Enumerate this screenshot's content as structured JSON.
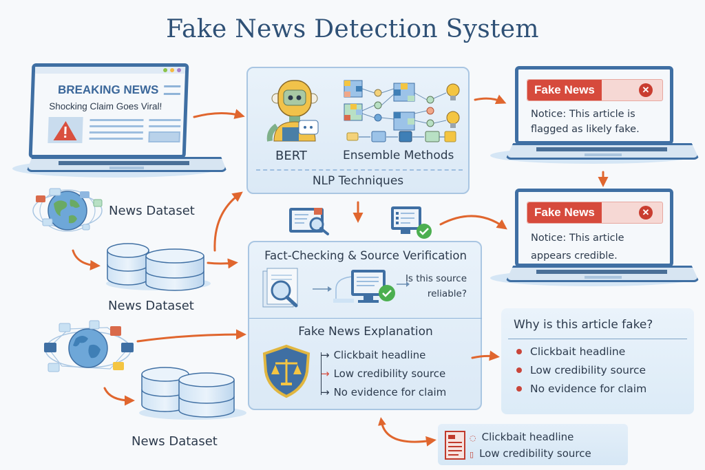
{
  "title": "Fake News Detection System",
  "source_laptop": {
    "headline": "BREAKING NEWS",
    "subheadline": "Shocking Claim Goes Viral!"
  },
  "datasets": [
    {
      "label": "News Dataset",
      "icon": "globe-network-icon"
    },
    {
      "label": "News Dataset",
      "icon": "database-icon"
    },
    {
      "label": "News Dataset",
      "icon": "database-icon"
    }
  ],
  "nlp_panel": {
    "left_label": "BERT",
    "right_label": "Ensemble Methods",
    "footer": "NLP Techniques"
  },
  "fact_panel": {
    "title": "Fact-Checking & Source Verification",
    "question": "Is this source reliable?"
  },
  "explanation_panel": {
    "title": "Fake News Explanation",
    "items": [
      "Clickbait headline",
      "Low credibility source",
      "No evidence for claim"
    ]
  },
  "result_laptops": [
    {
      "badge": "Fake News",
      "notice": "Notice: This article is flagged as likely fake."
    },
    {
      "badge": "Fake News",
      "notice": "Notice: This article appears credible."
    }
  ],
  "why_panel": {
    "title": "Why is this article fake?",
    "items": [
      "Clickbait headline",
      "Low credibility source",
      "No evidence for claim"
    ]
  },
  "summary_card": {
    "items": [
      "Clickbait headline",
      "Low credibility source"
    ]
  },
  "colors": {
    "accent_arrow": "#e0662e",
    "fake_red": "#d64a3c",
    "check_green": "#4caf50",
    "title_blue": "#2f5176",
    "frame_blue": "#3f6fa3"
  }
}
